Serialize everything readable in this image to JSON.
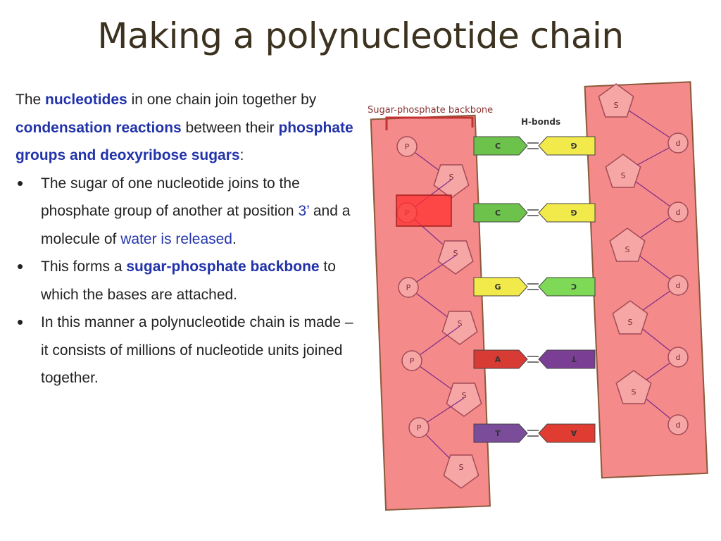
{
  "slide": {
    "title": "Making a polynucleotide chain"
  },
  "body": {
    "intro": {
      "t1": "The ",
      "h1": "nucleotides",
      "t2": " in one chain join together by ",
      "h2": "condensation reactions",
      "t3": " between their ",
      "h3": "phosphate groups and deoxyribose sugars",
      "t4": ":"
    },
    "bullets": [
      {
        "t1": "The sugar of one nucleotide joins to the phosphate group of another at position ",
        "h1": "3’",
        "t2": " and a molecule of ",
        "h2": "water is released",
        "t3": "."
      },
      {
        "t1": "This forms a ",
        "h1": "sugar-phosphate backbone",
        "t2": " to which the bases are attached."
      },
      {
        "t1": "In this manner a polynucleotide chain is made – it consists of millions of nucleotide units joined together."
      }
    ]
  },
  "diagram": {
    "backbone_label": "Sugar-phosphate backbone",
    "hbond_label": "H-bonds",
    "left_strand": {
      "phosphate_label": "P",
      "sugar_label": "S"
    },
    "right_strand": {
      "phosphate_label": "d",
      "sugar_label": "S"
    },
    "base_pairs": [
      {
        "left": "C",
        "right": "G",
        "left_color": "#6cc24a",
        "right_color": "#f2ea4b"
      },
      {
        "left": "C",
        "right": "G",
        "left_color": "#6cc24a",
        "right_color": "#f2ea4b"
      },
      {
        "left": "G",
        "right": "C",
        "left_color": "#f2ea4b",
        "right_color": "#7ed957"
      },
      {
        "left": "A",
        "right": "T",
        "left_color": "#d83a34",
        "right_color": "#7a3f95"
      },
      {
        "left": "T",
        "right": "A",
        "left_color": "#7a4c9a",
        "right_color": "#e03c32"
      }
    ],
    "colors": {
      "strand_fill": "#f58a8a",
      "strand_border": "#8a5a3a",
      "node_fill": "#f7a6a6",
      "node_stroke": "#a24b57",
      "node_text": "#7c2c39",
      "highlight_fill": "#ff3030",
      "label_color": "#8a3030",
      "bracket_color": "#c23232"
    }
  }
}
